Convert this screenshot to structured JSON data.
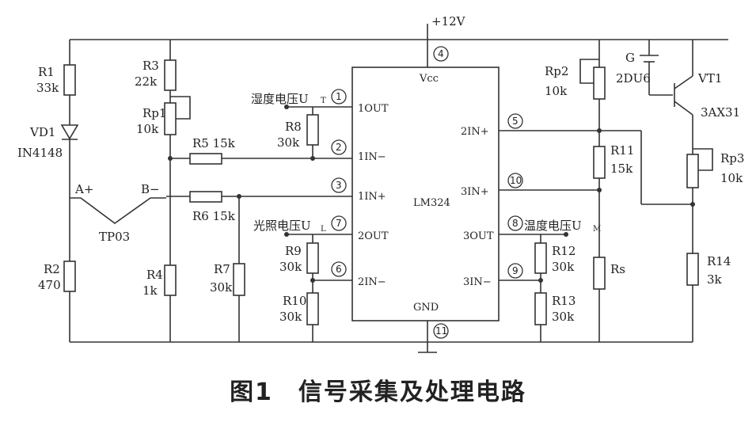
{
  "supply": "+12V",
  "ic": {
    "name": "LM324",
    "vcc": "Vcc",
    "gnd": "GND",
    "pins": {
      "out1": "1OUT",
      "in1n": "1IN−",
      "in1p": "1IN+",
      "out2": "2OUT",
      "in2n": "2IN−",
      "in2p": "2IN+",
      "in3p": "3IN+",
      "out3": "3OUT",
      "in3n": "3IN−"
    }
  },
  "pin_numbers": {
    "p1": "1",
    "p2": "2",
    "p3": "3",
    "p4": "4",
    "p5": "5",
    "p6": "6",
    "p7": "7",
    "p8": "8",
    "p9": "9",
    "p10": "10",
    "p11": "11"
  },
  "signals": {
    "humidity": "湿度电压U",
    "humidity_sub": "T",
    "light": "光照电压U",
    "light_sub": "L",
    "temperature": "温度电压U",
    "temperature_sub": "M"
  },
  "components": {
    "R1": "R1",
    "R1v": "33k",
    "VD1": "VD1",
    "VD1v": "IN4148",
    "R2": "R2",
    "R2v": "470",
    "R3": "R3",
    "R3v": "22k",
    "Rp1": "Rp1",
    "Rp1v": "10k",
    "R4": "R4",
    "R4v": "1k",
    "R5": "R5 15k",
    "R6": "R6 15k",
    "R7": "R7",
    "R7v": "30k",
    "R8": "R8",
    "R8v": "30k",
    "R9": "R9",
    "R9v": "30k",
    "R10": "R10",
    "R10v": "30k",
    "R11": "R11",
    "R11v": "15k",
    "R12": "R12",
    "R12v": "30k",
    "R13": "R13",
    "R13v": "30k",
    "R14": "R14",
    "R14v": "3k",
    "Rs": "Rs",
    "Rp2": "Rp2",
    "Rp2v": "10k",
    "Rp3": "Rp3",
    "Rp3v": "10k",
    "G": "G",
    "Gv": "2DU6",
    "VT1": "VT1",
    "VT1v": "3AX31",
    "TP": "TP03",
    "Aplus": "A+",
    "Bminus": "B−"
  },
  "caption": "图1　信号采集及处理电路"
}
